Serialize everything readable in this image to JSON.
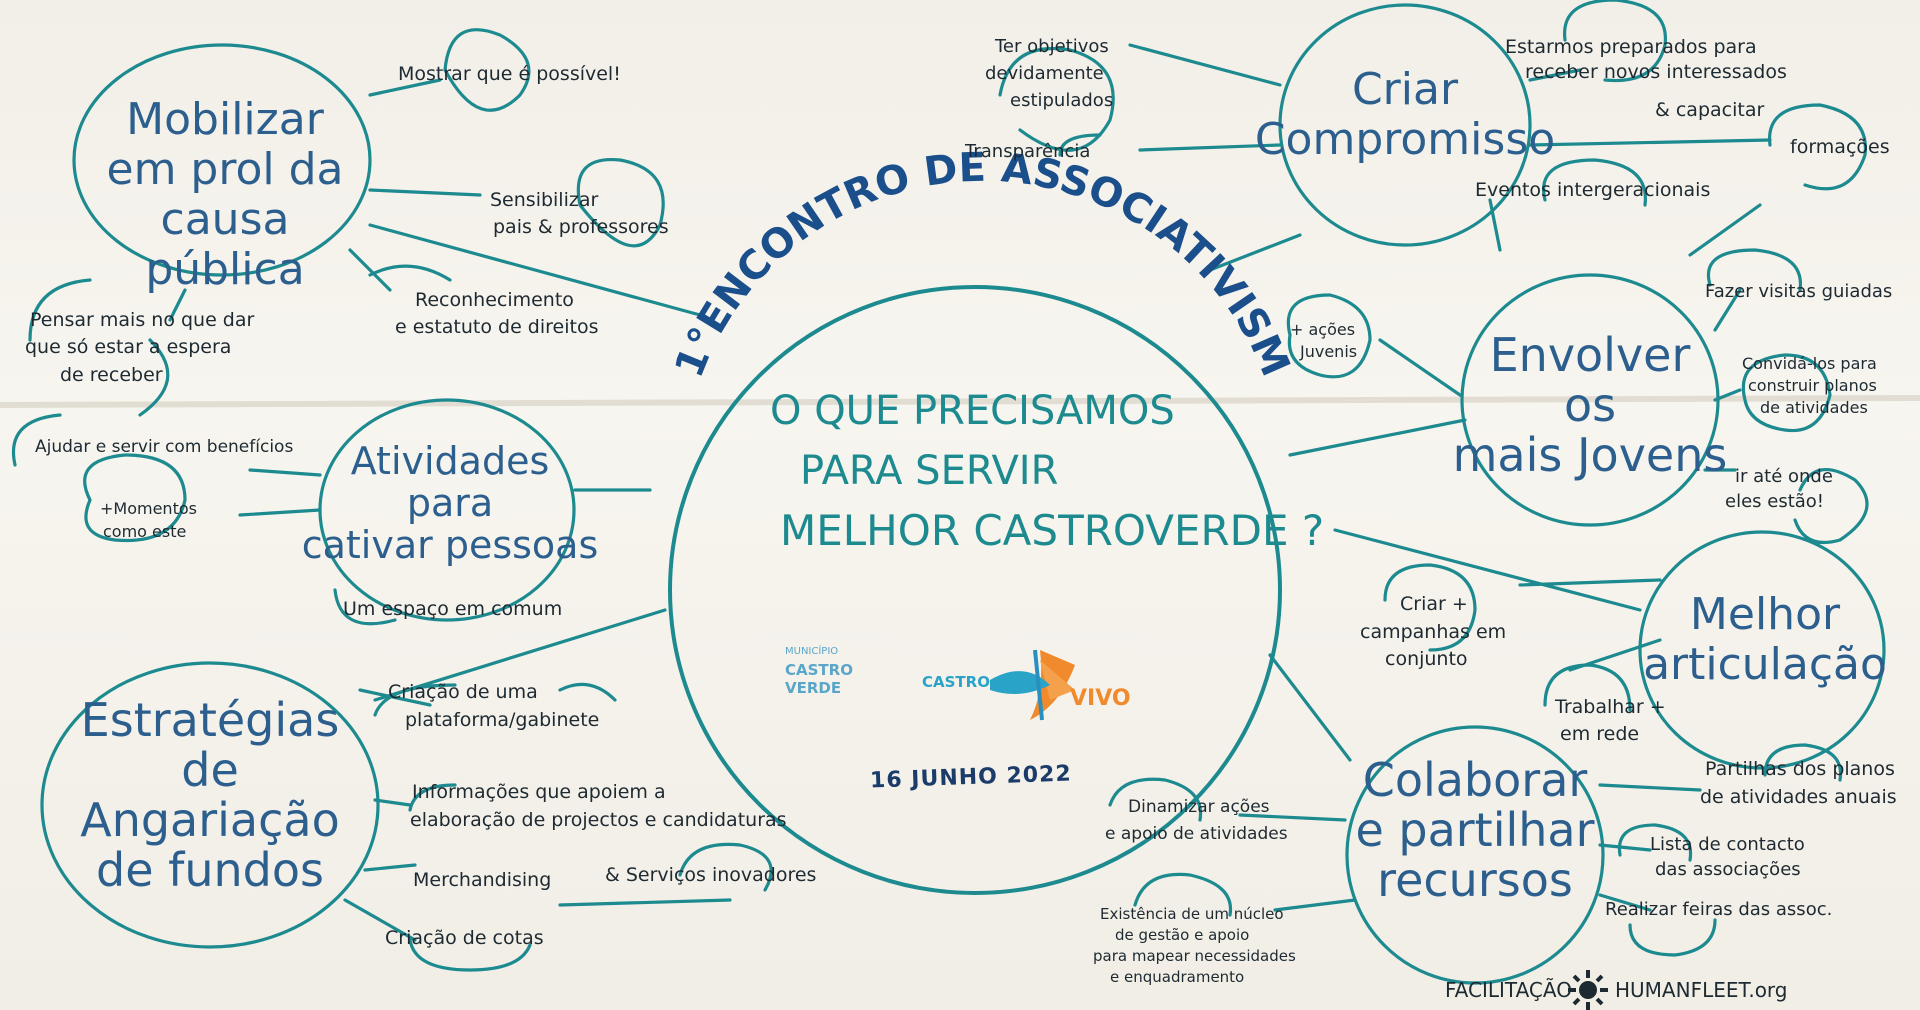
{
  "center": {
    "title": "1°ENCONTRO DE ASSOCIATIVISMO",
    "question": [
      "O QUE PRECISAMOS",
      "PARA SERVIR",
      "MELHOR CASTROVERDE ?"
    ],
    "logo_municipio": [
      "MUNICÍPIO",
      "CASTRO",
      "VERDE"
    ],
    "logo_castro_vivo": [
      "CASTRO",
      "VIVO"
    ],
    "date": "16 JUNHO 2022"
  },
  "mobilizar": {
    "title": [
      "Mobilizar",
      "em prol da causa",
      "pública"
    ],
    "items": [
      "Mostrar que é possível!",
      "Sensibilizar",
      "pais & professores",
      "Reconhecimento",
      "e estatuto de direitos",
      "Pensar mais no que dar",
      "que só estar a espera",
      "de receber"
    ]
  },
  "atividades": {
    "title": [
      "Atividades",
      "para",
      "cativar pessoas"
    ],
    "items": [
      "Ajudar e servir com benefícios",
      "+Momentos",
      "como este",
      "Um espaço em comum"
    ]
  },
  "estrategias": {
    "title": [
      "Estratégias",
      "de",
      "Angariação",
      "de fundos"
    ],
    "items": [
      "Criação de uma",
      "plataforma/gabinete",
      "Informações que apoiem a",
      "elaboração de projectos e candidaturas",
      "Merchandising",
      "& Serviços inovadores",
      "Criação de cotas"
    ]
  },
  "criar": {
    "title": [
      "Criar",
      "Compromisso"
    ],
    "items": [
      "Ter objetivos",
      "devidamente",
      "estipulados",
      "Transparência",
      "Estarmos preparados para",
      "receber novos interessados",
      "& capacitar",
      "formações",
      "Eventos intergeracionais"
    ]
  },
  "envolver": {
    "title": [
      "Envolver",
      "os",
      "mais Jovens"
    ],
    "items": [
      "+ ações",
      "Juvenis",
      "Fazer visitas guiadas",
      "Convidá-los para",
      "construir planos",
      "de atividades",
      "ir até onde",
      "eles estão!"
    ]
  },
  "melhor": {
    "title": [
      "Melhor",
      "articulação"
    ],
    "items": [
      "Criar +",
      "campanhas em",
      "conjunto",
      "Trabalhar +",
      "em rede"
    ]
  },
  "colaborar": {
    "title": [
      "Colaborar",
      "e partilhar",
      "recursos"
    ],
    "items": [
      "Dinamizar ações",
      "e apoio de atividades",
      "Existência de um núcleo",
      "de gestão e apoio",
      "para mapear necessidades",
      "e enquadramento",
      "Partilhas dos planos",
      "de atividades anuais",
      "Lista de contacto",
      "das associações",
      "Realizar feiras das assoc."
    ]
  },
  "footer": {
    "label": "FACILITAÇÃO",
    "brand": "HUMANFLEET.org"
  },
  "colors": {
    "teal": "#1c8a8f",
    "blue": "#2c5f8e",
    "navy": "#1b3c6a",
    "orange": "#f08a2c"
  }
}
